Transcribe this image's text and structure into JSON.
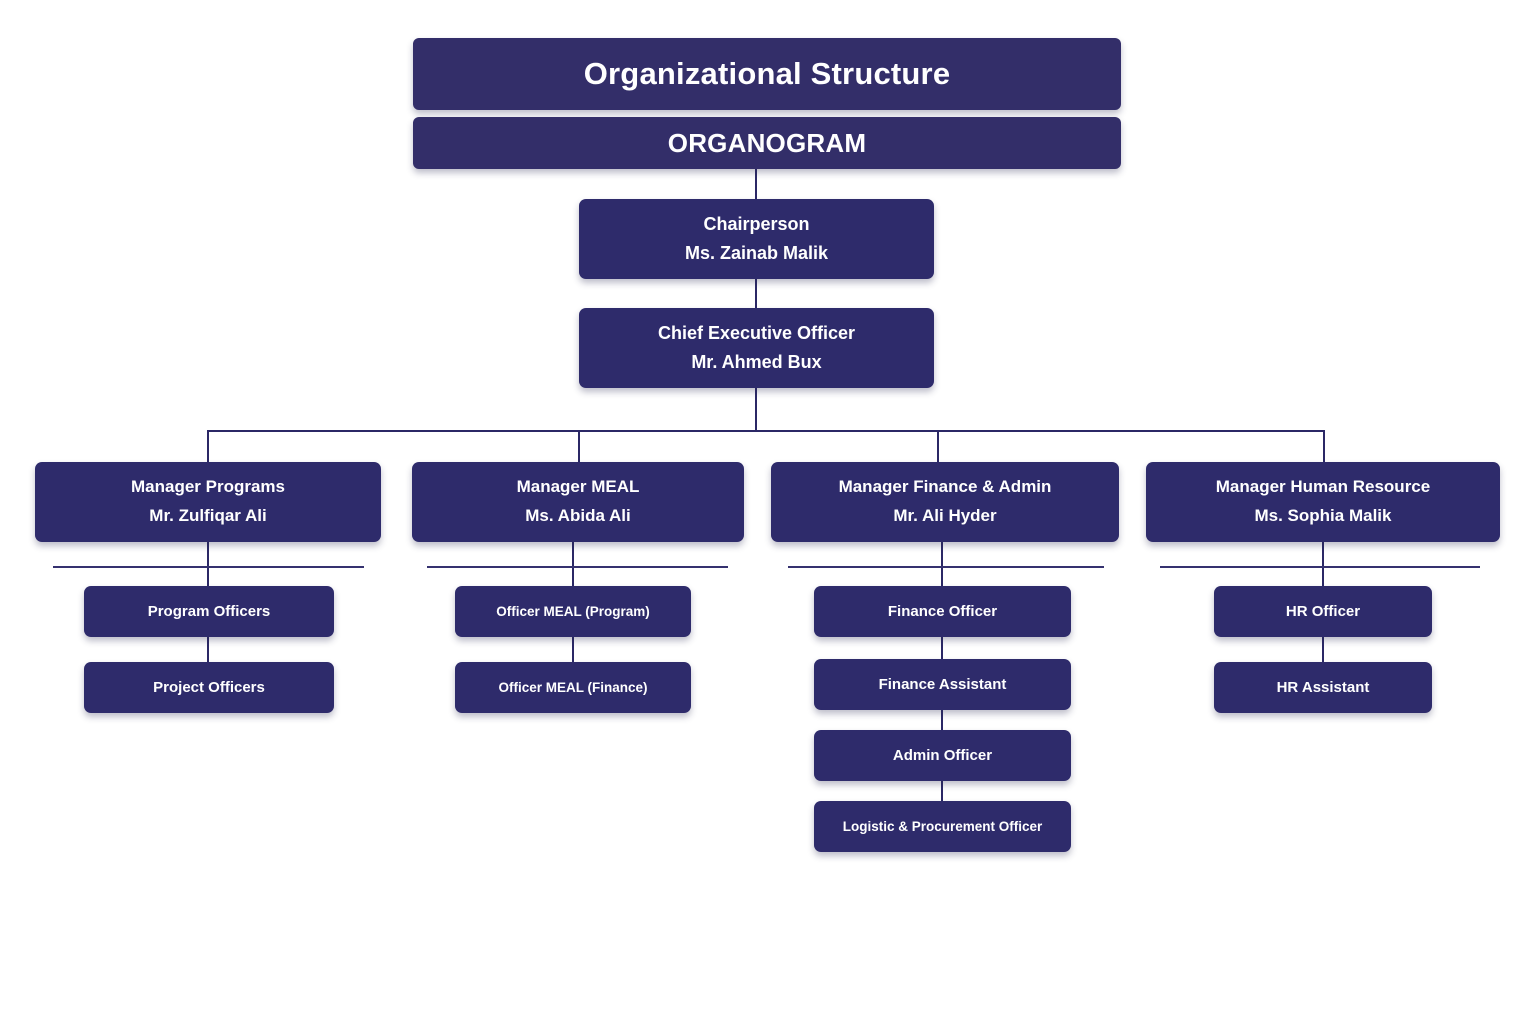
{
  "header": {
    "title": "Organizational Structure",
    "subtitle": "ORGANOGRAM"
  },
  "colors": {
    "box_fill": "#2e2b6b",
    "banner_fill": "#332e69",
    "connector": "#2b2866",
    "text": "#ffffff",
    "background": "#ffffff"
  },
  "chart_data": {
    "type": "diagram",
    "title": "Organizational Structure",
    "subtitle": "ORGANOGRAM"
  },
  "executives": [
    {
      "role": "Chairperson",
      "name": "Ms. Zainab Malik"
    },
    {
      "role": "Chief Executive Officer",
      "name": "Mr. Ahmed Bux"
    }
  ],
  "departments": [
    {
      "manager_role": "Manager Programs",
      "manager_name": "Mr. Zulfiqar Ali",
      "staff": [
        {
          "title": "Program Officers"
        },
        {
          "title": "Project Officers"
        }
      ]
    },
    {
      "manager_role": "Manager MEAL",
      "manager_name": "Ms. Abida Ali",
      "staff": [
        {
          "title": "Officer MEAL (Program)"
        },
        {
          "title": "Officer MEAL (Finance)"
        }
      ]
    },
    {
      "manager_role": "Manager Finance & Admin",
      "manager_name": "Mr. Ali Hyder",
      "staff": [
        {
          "title": "Finance Officer"
        },
        {
          "title": "Finance Assistant"
        },
        {
          "title": "Admin Officer"
        },
        {
          "title": "Logistic & Procurement Officer"
        }
      ]
    },
    {
      "manager_role": "Manager Human Resource",
      "manager_name": "Ms. Sophia Malik",
      "staff": [
        {
          "title": "HR Officer"
        },
        {
          "title": "HR Assistant"
        }
      ]
    }
  ]
}
